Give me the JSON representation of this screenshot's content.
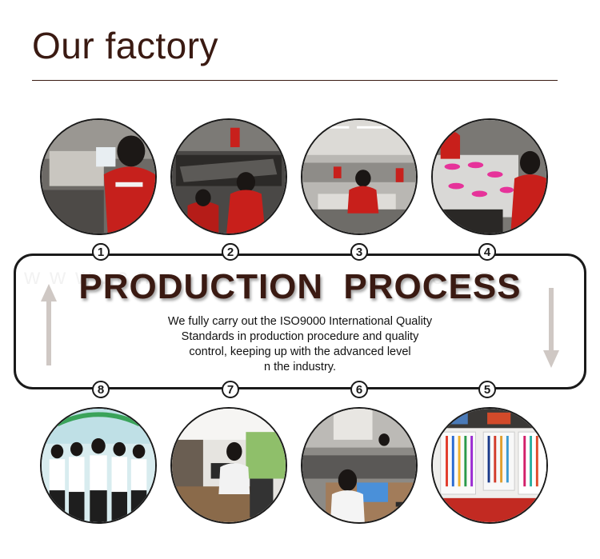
{
  "title": "Our factory",
  "heading": "PRODUCTION  PROCESS",
  "description": [
    "We fully carry out the ISO9000 International Quality",
    "Standards in production procedure and quality",
    "control, keeping up with the advanced level",
    "n the industry."
  ],
  "steps": [
    "1",
    "2",
    "3",
    "4",
    "5",
    "6",
    "7",
    "8"
  ],
  "colors": {
    "title": "#3a1a12",
    "border": "#1a1a1a",
    "arrow": "#cfc8c4",
    "uniform_red": "#d0201c"
  }
}
